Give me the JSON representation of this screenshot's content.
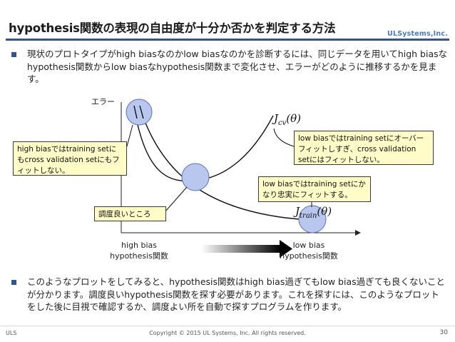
{
  "slide": {
    "title": "hypothesis関数の表現の自由度が十分か否かを判定する方法",
    "logo": "ULSystems,Inc.",
    "bullet1": "現状のプロトタイプがhigh biasなのかlow biasなのかを診断するには、同じデータを用いてhigh biasなhypothesis関数からlow biasなhypothesis関数まで変化させ、エラーがどのように推移するかを見ます。",
    "bullet2": "このようなプロットをしてみると、hypothesis関数はhigh bias過ぎてもlow bias過ぎても良くないことが分かります。調度良いhypothesis関数を探す必要があります。これを探すには、このようなプロットをした後に目視で確認するか、調度よい所を自動で探すプログラムを作ります。"
  },
  "diagram": {
    "y_axis_label": "エラー",
    "x_left_label_line1": "high bias",
    "x_left_label_line2": "hypothesis関数",
    "x_right_label_line1": "low bias",
    "x_right_label_line2": "hypothesis関数",
    "cv_label_main": "J",
    "cv_label_sub": "cv",
    "cv_label_arg": "(θ)",
    "train_label_main": "J",
    "train_label_sub": "train",
    "train_label_arg": "(θ)",
    "callout_high_bias": "high biasではtraining setにもcross validation setにもフィットしない。",
    "callout_low_bias_cv": "low biasではtraining setにオーバーフィットしすぎ、cross validation setにはフィットしない。",
    "callout_low_bias_train": "low biasではtraining setにかなり忠実にフィットする。",
    "callout_sweet_spot": "調度良いところ",
    "circle_color": "#b9c7ee",
    "circle_edge": "#5a6fc0",
    "bullet_color": "#2f5597"
  },
  "footer": {
    "left": "ULS",
    "center": "Copyright © 2015 UL Systems, Inc.  All rights reserved.",
    "page": "30"
  }
}
